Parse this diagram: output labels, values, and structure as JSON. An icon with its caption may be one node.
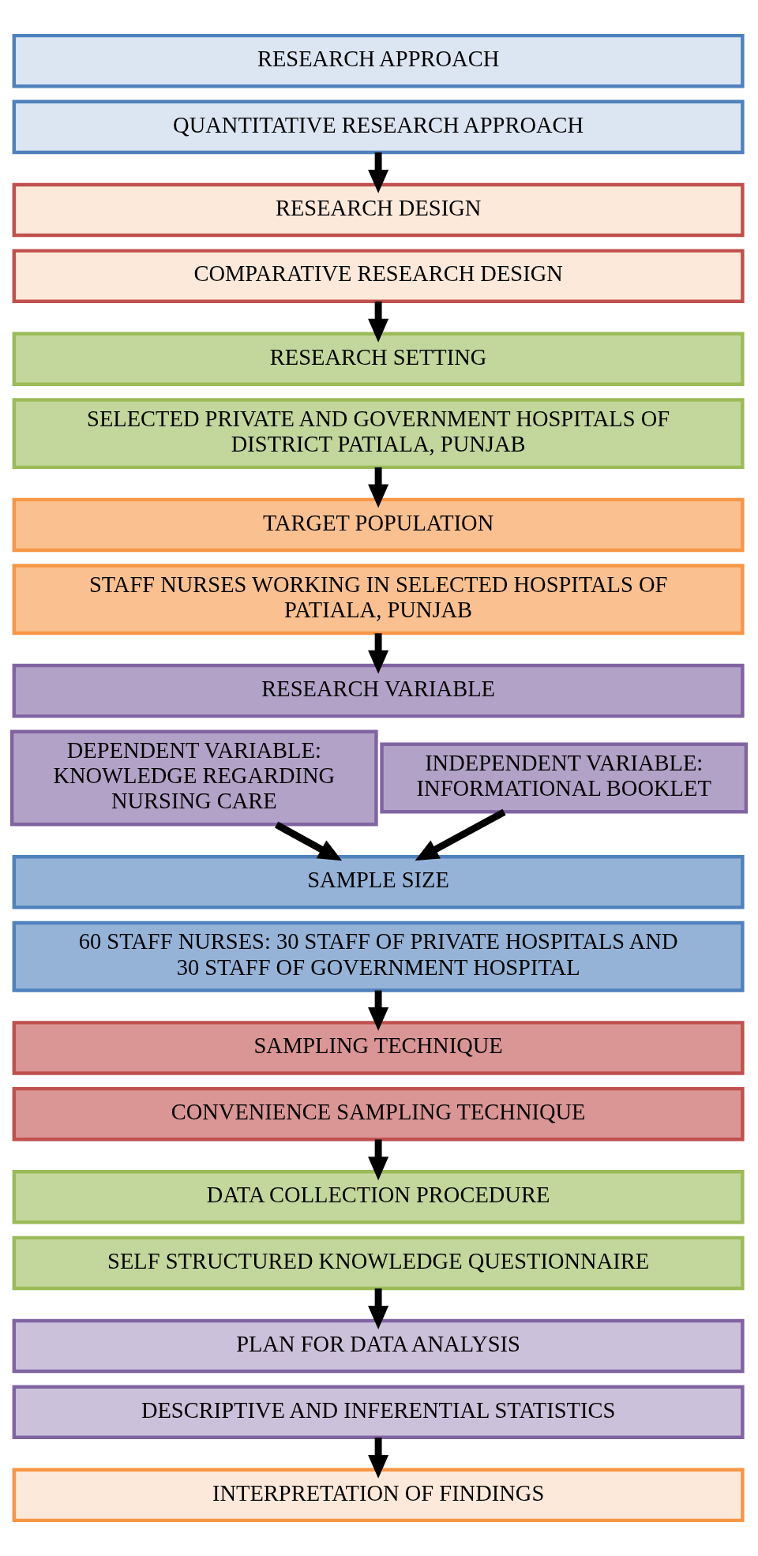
{
  "diagram": {
    "nodes": [
      {
        "text": [
          "RESEARCH APPROACH"
        ]
      },
      {
        "text": [
          "QUANTITATIVE RESEARCH APPROACH"
        ]
      },
      {
        "text": [
          "RESEARCH DESIGN"
        ]
      },
      {
        "text": [
          "COMPARATIVE RESEARCH DESIGN"
        ]
      },
      {
        "text": [
          "RESEARCH SETTING"
        ]
      },
      {
        "text": [
          "SELECTED PRIVATE AND GOVERNMENT HOSPITALS OF DISTRICT PATIALA, PUNJAB"
        ]
      },
      {
        "text": [
          "TARGET POPULATION"
        ]
      },
      {
        "text": [
          "STAFF NURSES WORKING IN SELECTED HOSPITALS OF PATIALA, PUNJAB"
        ]
      },
      {
        "text": [
          "RESEARCH VARIABLE"
        ]
      },
      {
        "text": [
          "DEPENDENT VARIABLE: KNOWLEDGE REGARDING NURSING CARE"
        ]
      },
      {
        "text": [
          "INDEPENDENT VARIABLE: INFORMATIONAL BOOKLET"
        ]
      },
      {
        "text": [
          "SAMPLE SIZE"
        ]
      },
      {
        "text": [
          "60 STAFF NURSES: 30 STAFF OF PRIVATE HOSPITALS AND 30 STAFF OF GOVERNMENT HOSPITAL"
        ]
      },
      {
        "text": [
          "SAMPLING TECHNIQUE"
        ]
      },
      {
        "text": [
          "CONVENIENCE SAMPLING TECHNIQUE"
        ]
      },
      {
        "text": [
          "DATA COLLECTION PROCEDURE"
        ]
      },
      {
        "text": [
          "SELF STRUCTURED KNOWLEDGE QUESTIONNAIRE"
        ]
      },
      {
        "text": [
          "PLAN FOR DATA ANALYSIS"
        ]
      },
      {
        "text": [
          "DESCRIPTIVE AND INFERENTIAL STATISTICS"
        ]
      },
      {
        "text": [
          "INTERPRETATION OF FINDINGS"
        ]
      }
    ],
    "edges": [
      {
        "from": 1,
        "to": 2,
        "arrow": "to"
      },
      {
        "from": 3,
        "to": 4,
        "arrow": "to"
      },
      {
        "from": 5,
        "to": 6,
        "arrow": "to"
      },
      {
        "from": 7,
        "to": 8,
        "arrow": "to"
      },
      {
        "from": 9,
        "to": 11,
        "arrow": "to"
      },
      {
        "from": 10,
        "to": 11,
        "arrow": "to"
      },
      {
        "from": 12,
        "to": 13,
        "arrow": "to"
      },
      {
        "from": 14,
        "to": 15,
        "arrow": "to"
      },
      {
        "from": 16,
        "to": 17,
        "arrow": "to"
      },
      {
        "from": 18,
        "to": 19,
        "arrow": "to"
      }
    ]
  }
}
